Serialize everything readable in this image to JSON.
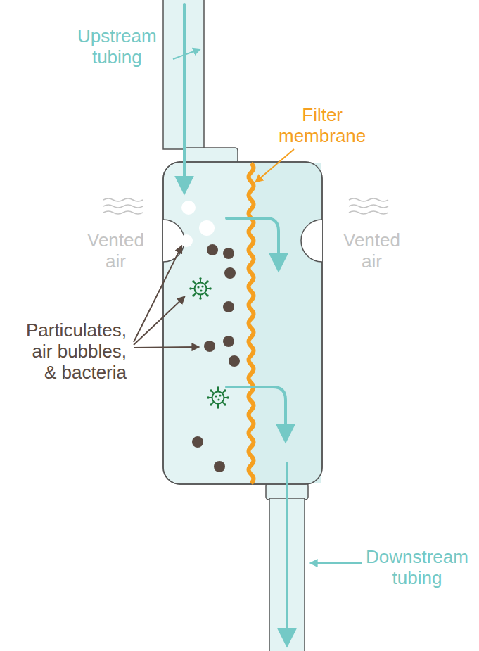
{
  "diagram": {
    "labels": [
      "Upstream tubing",
      "Filter membrane",
      "Vented air",
      "Vented air",
      "Particulates, air bubbles, & bacteria",
      "Downstream tubing"
    ]
  }
}
